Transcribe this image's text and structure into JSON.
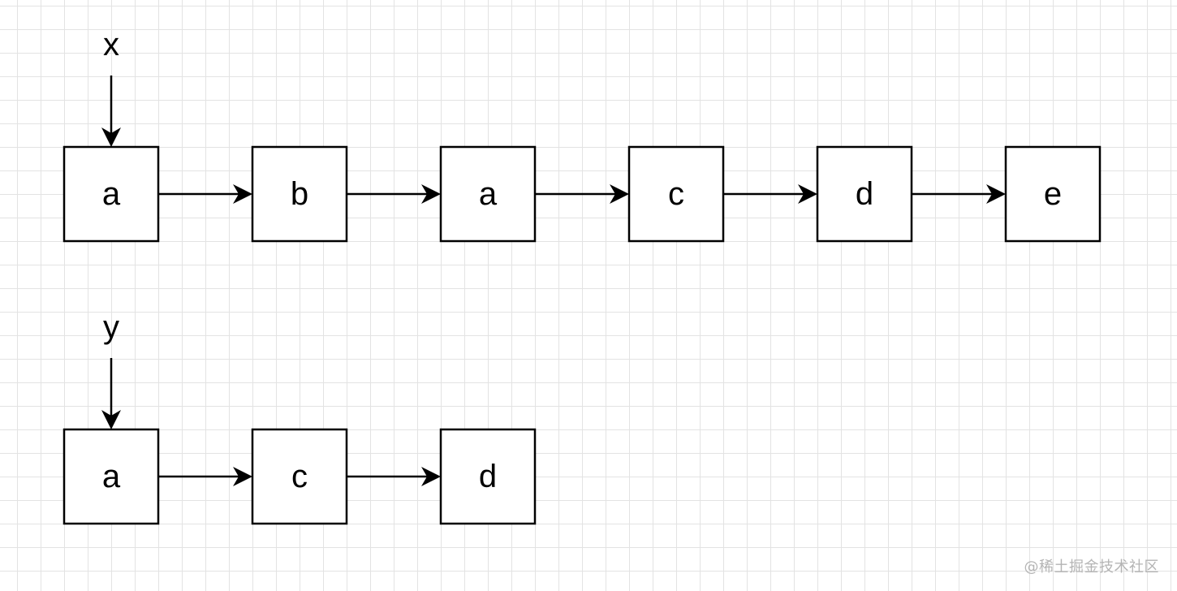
{
  "lists": [
    {
      "pointer": "x",
      "nodes": [
        "a",
        "b",
        "a",
        "c",
        "d",
        "e"
      ]
    },
    {
      "pointer": "y",
      "nodes": [
        "a",
        "c",
        "d"
      ]
    }
  ],
  "watermark": "@稀土掘金技术社区"
}
